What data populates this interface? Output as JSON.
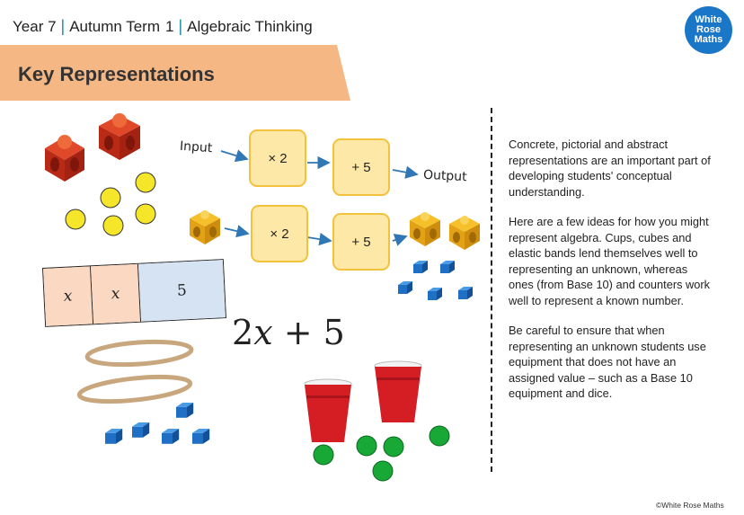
{
  "header": {
    "year": "Year 7",
    "term": "Autumn Term",
    "term_number": "1",
    "topic": "Algebraic Thinking",
    "separator": "|"
  },
  "logo": {
    "line1": "White",
    "line2": "Rose",
    "line3": "Maths"
  },
  "banner": {
    "title": "Key Representations"
  },
  "function_machine": {
    "input_label": "Input",
    "output_label": "Output",
    "row1": [
      "× 2",
      "+ 5"
    ],
    "row2": [
      "× 2",
      "+ 5"
    ]
  },
  "bar_model": {
    "cells": [
      "x",
      "x",
      "5"
    ]
  },
  "expression": {
    "coef": "2",
    "var": "x",
    "rest": " + 5"
  },
  "text": {
    "p1": "Concrete, pictorial and abstract representations are an important part of developing students' conceptual understanding.",
    "p2": "Here are a few ideas for how you might represent algebra.  Cups, cubes and elastic bands lend themselves well to representing an unknown, whereas ones (from Base 10) and counters work well to represent a known number.",
    "p3": "Be careful to ensure that when representing an unknown students use equipment that does not have an assigned value – such as a Base 10 equipment and dice."
  },
  "copyright": "©White Rose Maths",
  "colors": {
    "accent": "#1a8fa0",
    "banner": "#f5b784",
    "logo": "#1a76c7",
    "machine_fill": "#fde8a8",
    "machine_border": "#f3c23d",
    "arrow": "#2f77b5"
  },
  "icons": [
    "red-cube-icon",
    "yellow-counter-icon",
    "yellow-cube-icon",
    "blue-ones-cube-icon",
    "elastic-band-icon",
    "red-cup-icon",
    "green-counter-icon",
    "arrow-icon"
  ]
}
